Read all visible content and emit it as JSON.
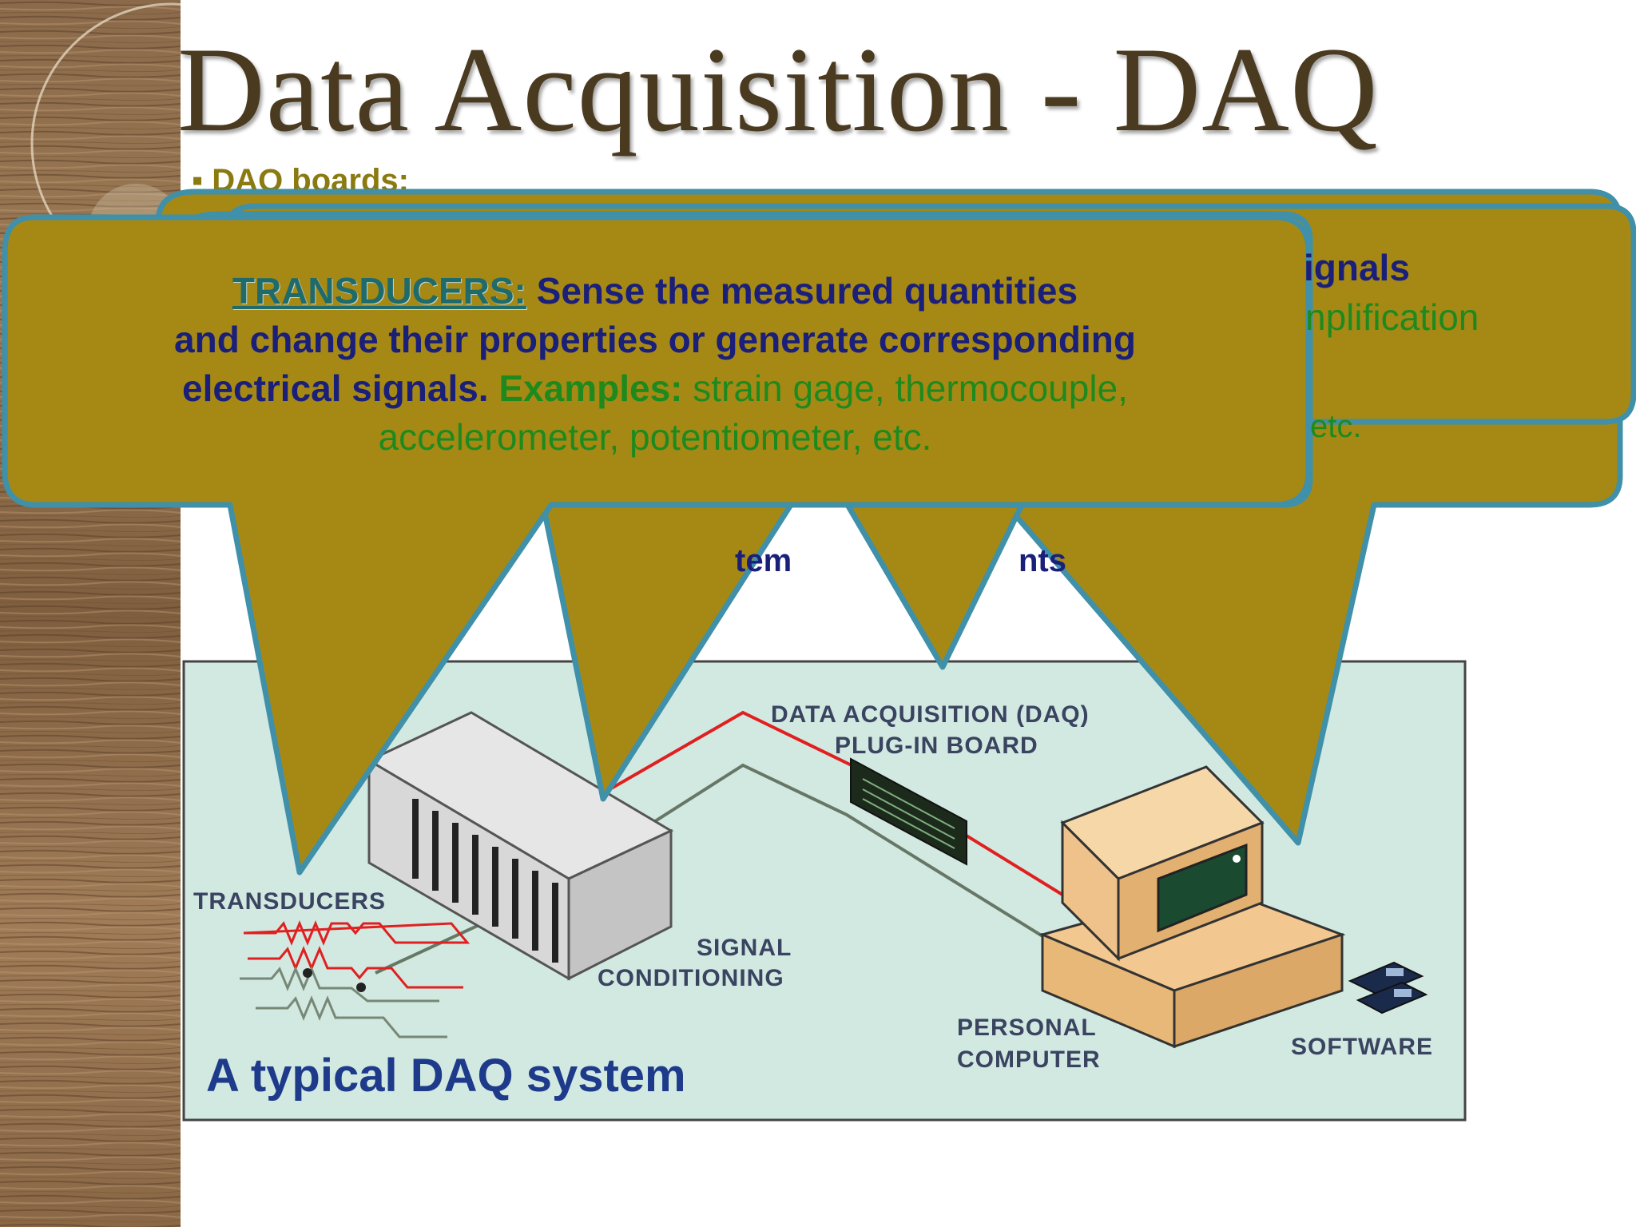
{
  "slide": {
    "title": "Data Acquisition - DAQ",
    "bullet_partial": "▪ DAQ boards:",
    "text_partials": {
      "signals": "ignals",
      "amplification": "nplification",
      "etc": "etc.",
      "system_components": "tem",
      "system_components_b": "nts"
    }
  },
  "callout": {
    "label": "TRANSDUCERS:",
    "line1_rest": " Sense the measured quantities",
    "line2": "and change their properties or generate corresponding",
    "line3_start": "electrical signals. ",
    "examples_label": "Examples:",
    "line3_rest": " strain gage, thermocouple,",
    "line4": "accelerometer, potentiometer, etc."
  },
  "diagram": {
    "caption": "A typical DAQ system",
    "labels": {
      "daq_line1": "DATA ACQUISITION (DAQ)",
      "daq_line2": "PLUG-IN BOARD",
      "transducers": "TRANSDUCERS",
      "signal_line1": "SIGNAL",
      "signal_line2": "CONDITIONING",
      "pc_line1": "PERSONAL",
      "pc_line2": "COMPUTER",
      "software": "SOFTWARE"
    }
  },
  "colors": {
    "callout_fill": "#a68915",
    "callout_border": "#3f90a8",
    "diagram_bg": "#d2e9e1",
    "title": "#4a3a20"
  }
}
